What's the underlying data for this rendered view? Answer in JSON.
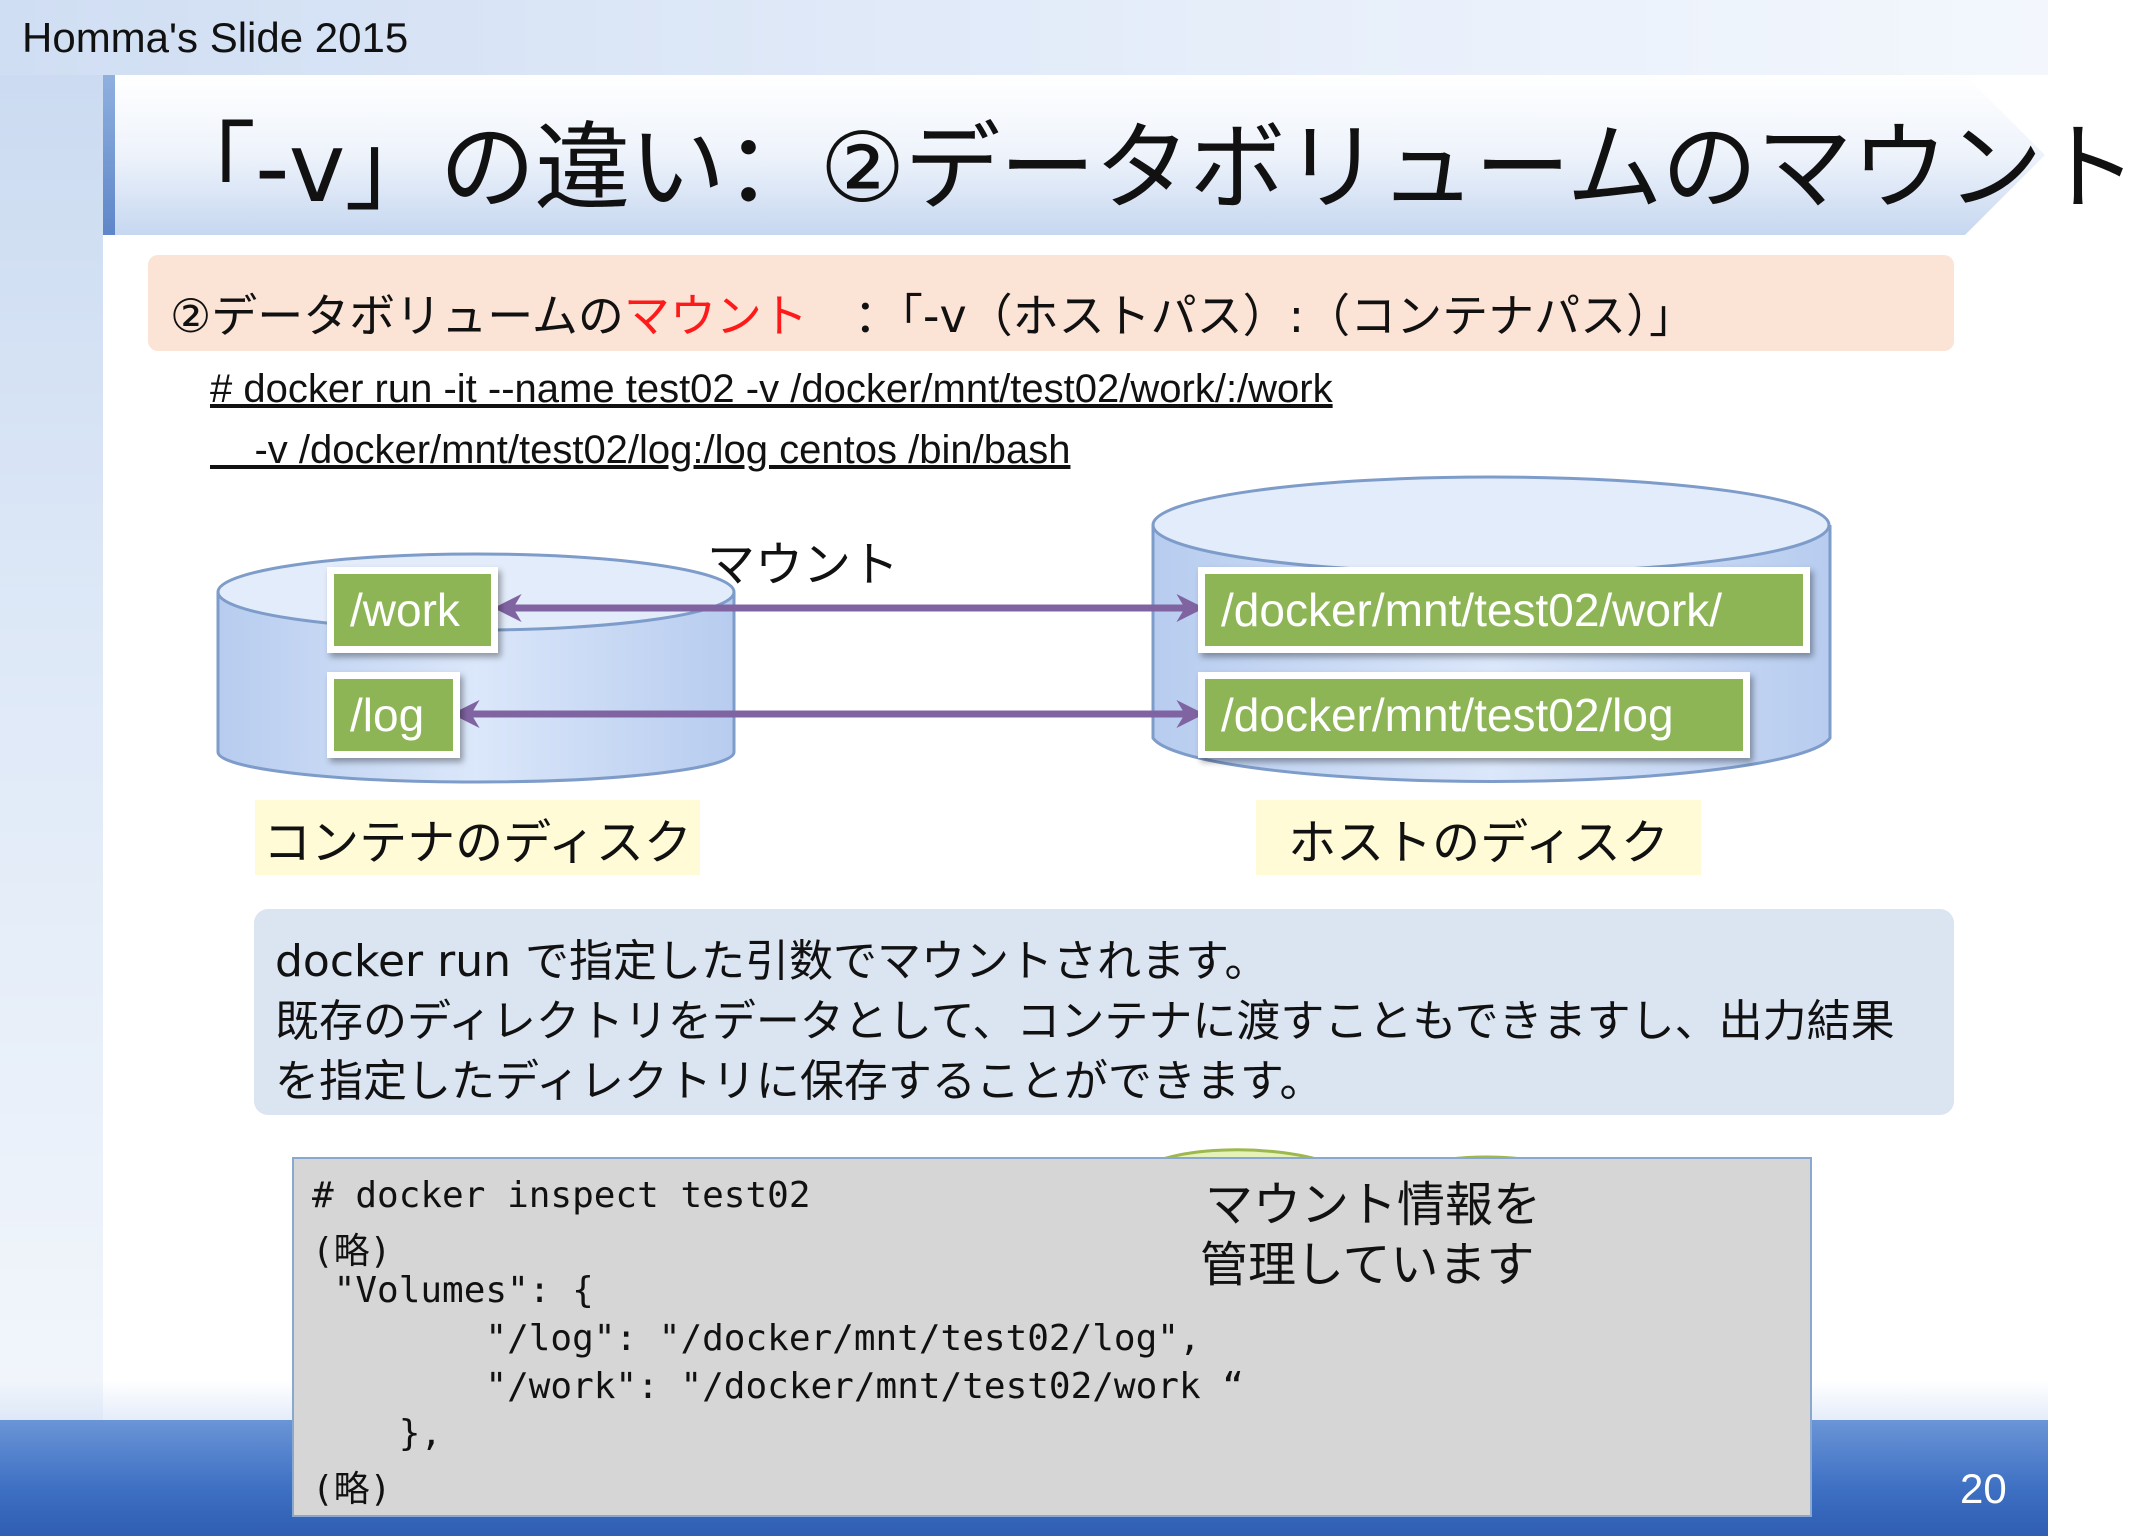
{
  "header": {
    "label": "Homma's Slide 2015"
  },
  "title": "「-v」の違い：②データボリュームのマウント",
  "subtitle": {
    "prefix": "②データボリュームの",
    "highlight": "マウント",
    "suffix": "　：「-v（ホストパス）:（コンテナパス）」",
    "highlight_color": "#ff1a1a"
  },
  "command": {
    "line1": "# docker run -it --name test02 -v /docker/mnt/test02/work/:/work",
    "line2": "    -v /docker/mnt/test02/log:/log centos /bin/bash"
  },
  "diagram": {
    "mount_label": "マウント",
    "container": {
      "paths": [
        "/work",
        "/log"
      ],
      "label": "コンテナのディスク"
    },
    "host": {
      "paths": [
        "/docker/mnt/test02/work/",
        "/docker/mnt/test02/log"
      ],
      "label": "ホストのディスク"
    },
    "colors": {
      "disk": "#c9daf5",
      "box": "#8db556",
      "arrow": "#8064a2",
      "label_bg": "#fefbd6"
    }
  },
  "note": {
    "lines": [
      "docker run で指定した引数でマウントされます。",
      "既存のディレクトリをデータとして、コンテナに渡すこともできますし、出力結果",
      "を指定したディレクトリに保存することができます。"
    ]
  },
  "code": {
    "lines": [
      "# docker inspect test02",
      "(略)",
      " \"Volumes\": {",
      "        \"/log\": \"/docker/mnt/test02/log\",",
      "        \"/work\": \"/docker/mnt/test02/work “",
      "    },",
      "(略)"
    ]
  },
  "callout": {
    "line1": "マウント情報を",
    "line2": "管理しています",
    "color": "#e6f3b8"
  },
  "page_number": "20"
}
